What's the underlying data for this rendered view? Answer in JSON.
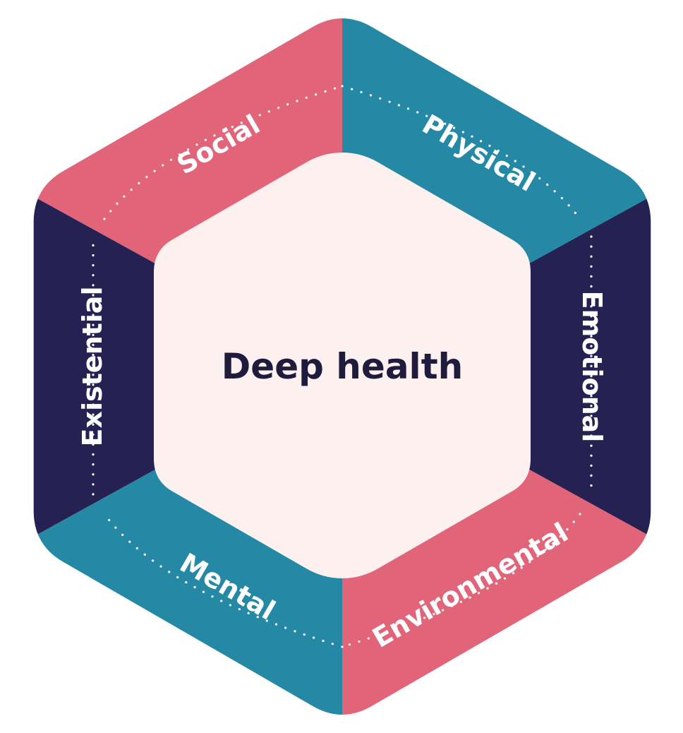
{
  "center": {
    "label": "Deep health",
    "fill": "#fcf1ef",
    "text_color": "#1e1b3d"
  },
  "segments": [
    {
      "id": "social",
      "label": "Social",
      "color": "#e26478"
    },
    {
      "id": "physical",
      "label": "Physical",
      "color": "#2589a6"
    },
    {
      "id": "emotional",
      "label": "Emotional",
      "color": "#252152"
    },
    {
      "id": "environmental",
      "label": "Environmental",
      "color": "#e26478"
    },
    {
      "id": "mental",
      "label": "Mental",
      "color": "#2589a6"
    },
    {
      "id": "existential",
      "label": "Existential",
      "color": "#252152"
    }
  ],
  "ring": {
    "dot_color": "#ffffff"
  }
}
